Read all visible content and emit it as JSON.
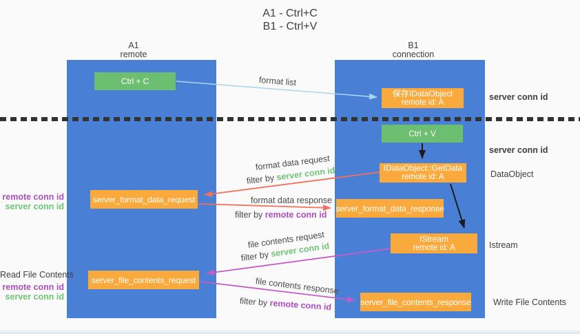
{
  "title": {
    "line1": "A1 - Ctrl+C",
    "line2": "B1 - Ctrl+V"
  },
  "columns": {
    "left": {
      "name": "A1",
      "subtitle": "remote"
    },
    "right": {
      "name": "B1",
      "subtitle": "connection"
    }
  },
  "nodes": {
    "ctrl_c": "Ctrl + C",
    "ctrl_v": "Ctrl + V",
    "save_dataobject": {
      "line1": "保存IDataObject",
      "line2": "remote id: A"
    },
    "getdata": {
      "line1": "IDataObject::GetData",
      "line2": "remote id: A"
    },
    "istream": {
      "line1": "IStream",
      "line2": "remote id: A"
    },
    "format_request": "server_format_data_request",
    "format_response": "server_format_data_response",
    "file_request": "server_file_contents_request",
    "file_response": "server_file_contents_response"
  },
  "flow_labels": {
    "format_list": "format list",
    "format_data_request": "format data request",
    "format_data_response": "format data response",
    "file_contents_request": "file contents request",
    "file_contents_response": "file contents response",
    "filter_by": "filter by",
    "server_conn_id": "server conn id",
    "remote_conn_id": "remote conn id"
  },
  "side_labels": {
    "right_server_conn_id_top": "server conn id",
    "right_server_conn_id_mid": "server conn id",
    "dataobject": "DataObject",
    "istream": "Istream",
    "write_file_contents": "Write File Contents",
    "read_file_contents": "Read File Contents",
    "left_remote_conn_id_1": "remote conn id",
    "left_server_conn_id_1": "server conn id",
    "left_remote_conn_id_2": "remote conn id",
    "left_server_conn_id_2": "server conn id"
  },
  "colors": {
    "lane": "#4a7fd6",
    "green_box": "#6cbe70",
    "orange_box": "#faaa3d",
    "arrow_blue": "#a9d5ee",
    "arrow_salmon": "#f2705e",
    "arrow_magenta": "#c45cc7",
    "arrow_black": "#1c1c1c",
    "text_green": "#6fc573",
    "text_purple": "#ab4fc0",
    "text_dark": "#3f3f3f",
    "bg": "#fafafa"
  }
}
